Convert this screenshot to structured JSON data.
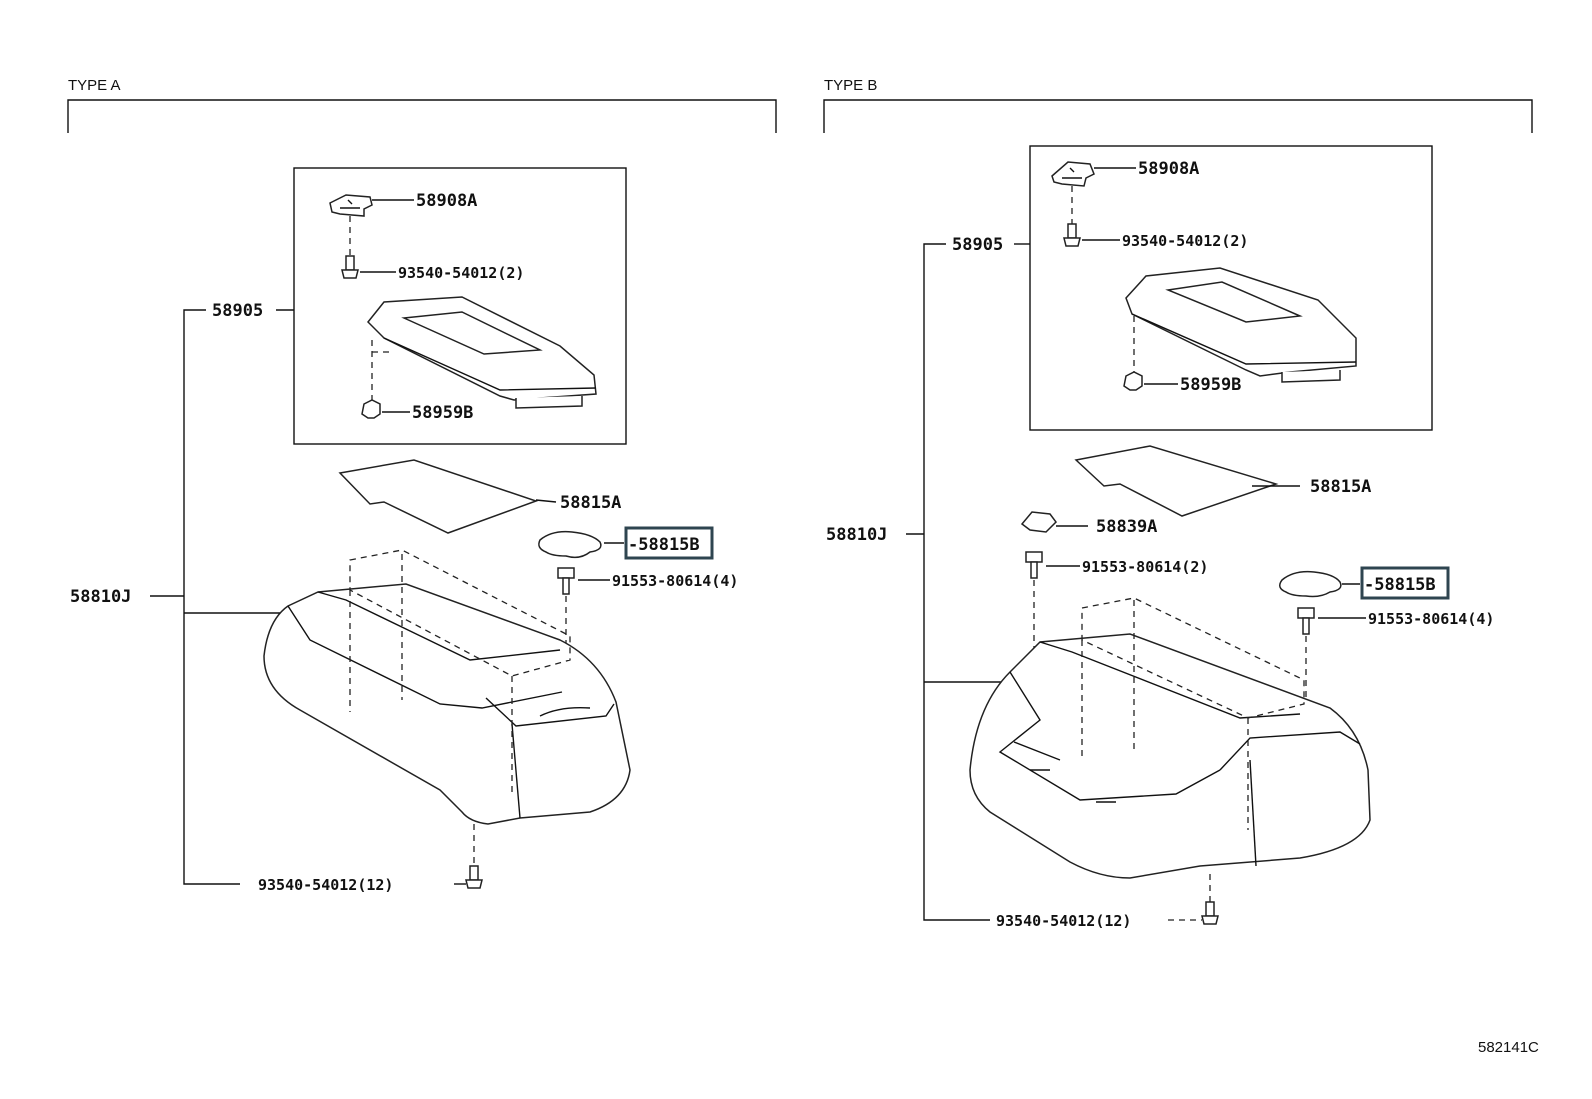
{
  "type_a": {
    "title": "TYPE A",
    "labels": {
      "p58908A": "58908A",
      "p93540_2": "93540-54012(2)",
      "p58905": "58905",
      "p58959B": "58959B",
      "p58815A": "58815A",
      "p58815B": "-58815B",
      "p91553_4": "91553-80614(4)",
      "p58810J": "58810J",
      "p93540_12": "93540-54012(12)"
    }
  },
  "type_b": {
    "title": "TYPE B",
    "labels": {
      "p58908A": "58908A",
      "p93540_2": "93540-54012(2)",
      "p58905": "58905",
      "p58959B": "58959B",
      "p58815A": "58815A",
      "p58839A": "58839A",
      "p58810J": "58810J",
      "p91553_2": "91553-80614(2)",
      "p58815B": "-58815B",
      "p91553_4": "91553-80614(4)",
      "p93540_12": "93540-54012(12)"
    }
  },
  "reference_code": "582141C",
  "highlight_color": "#2f4550"
}
